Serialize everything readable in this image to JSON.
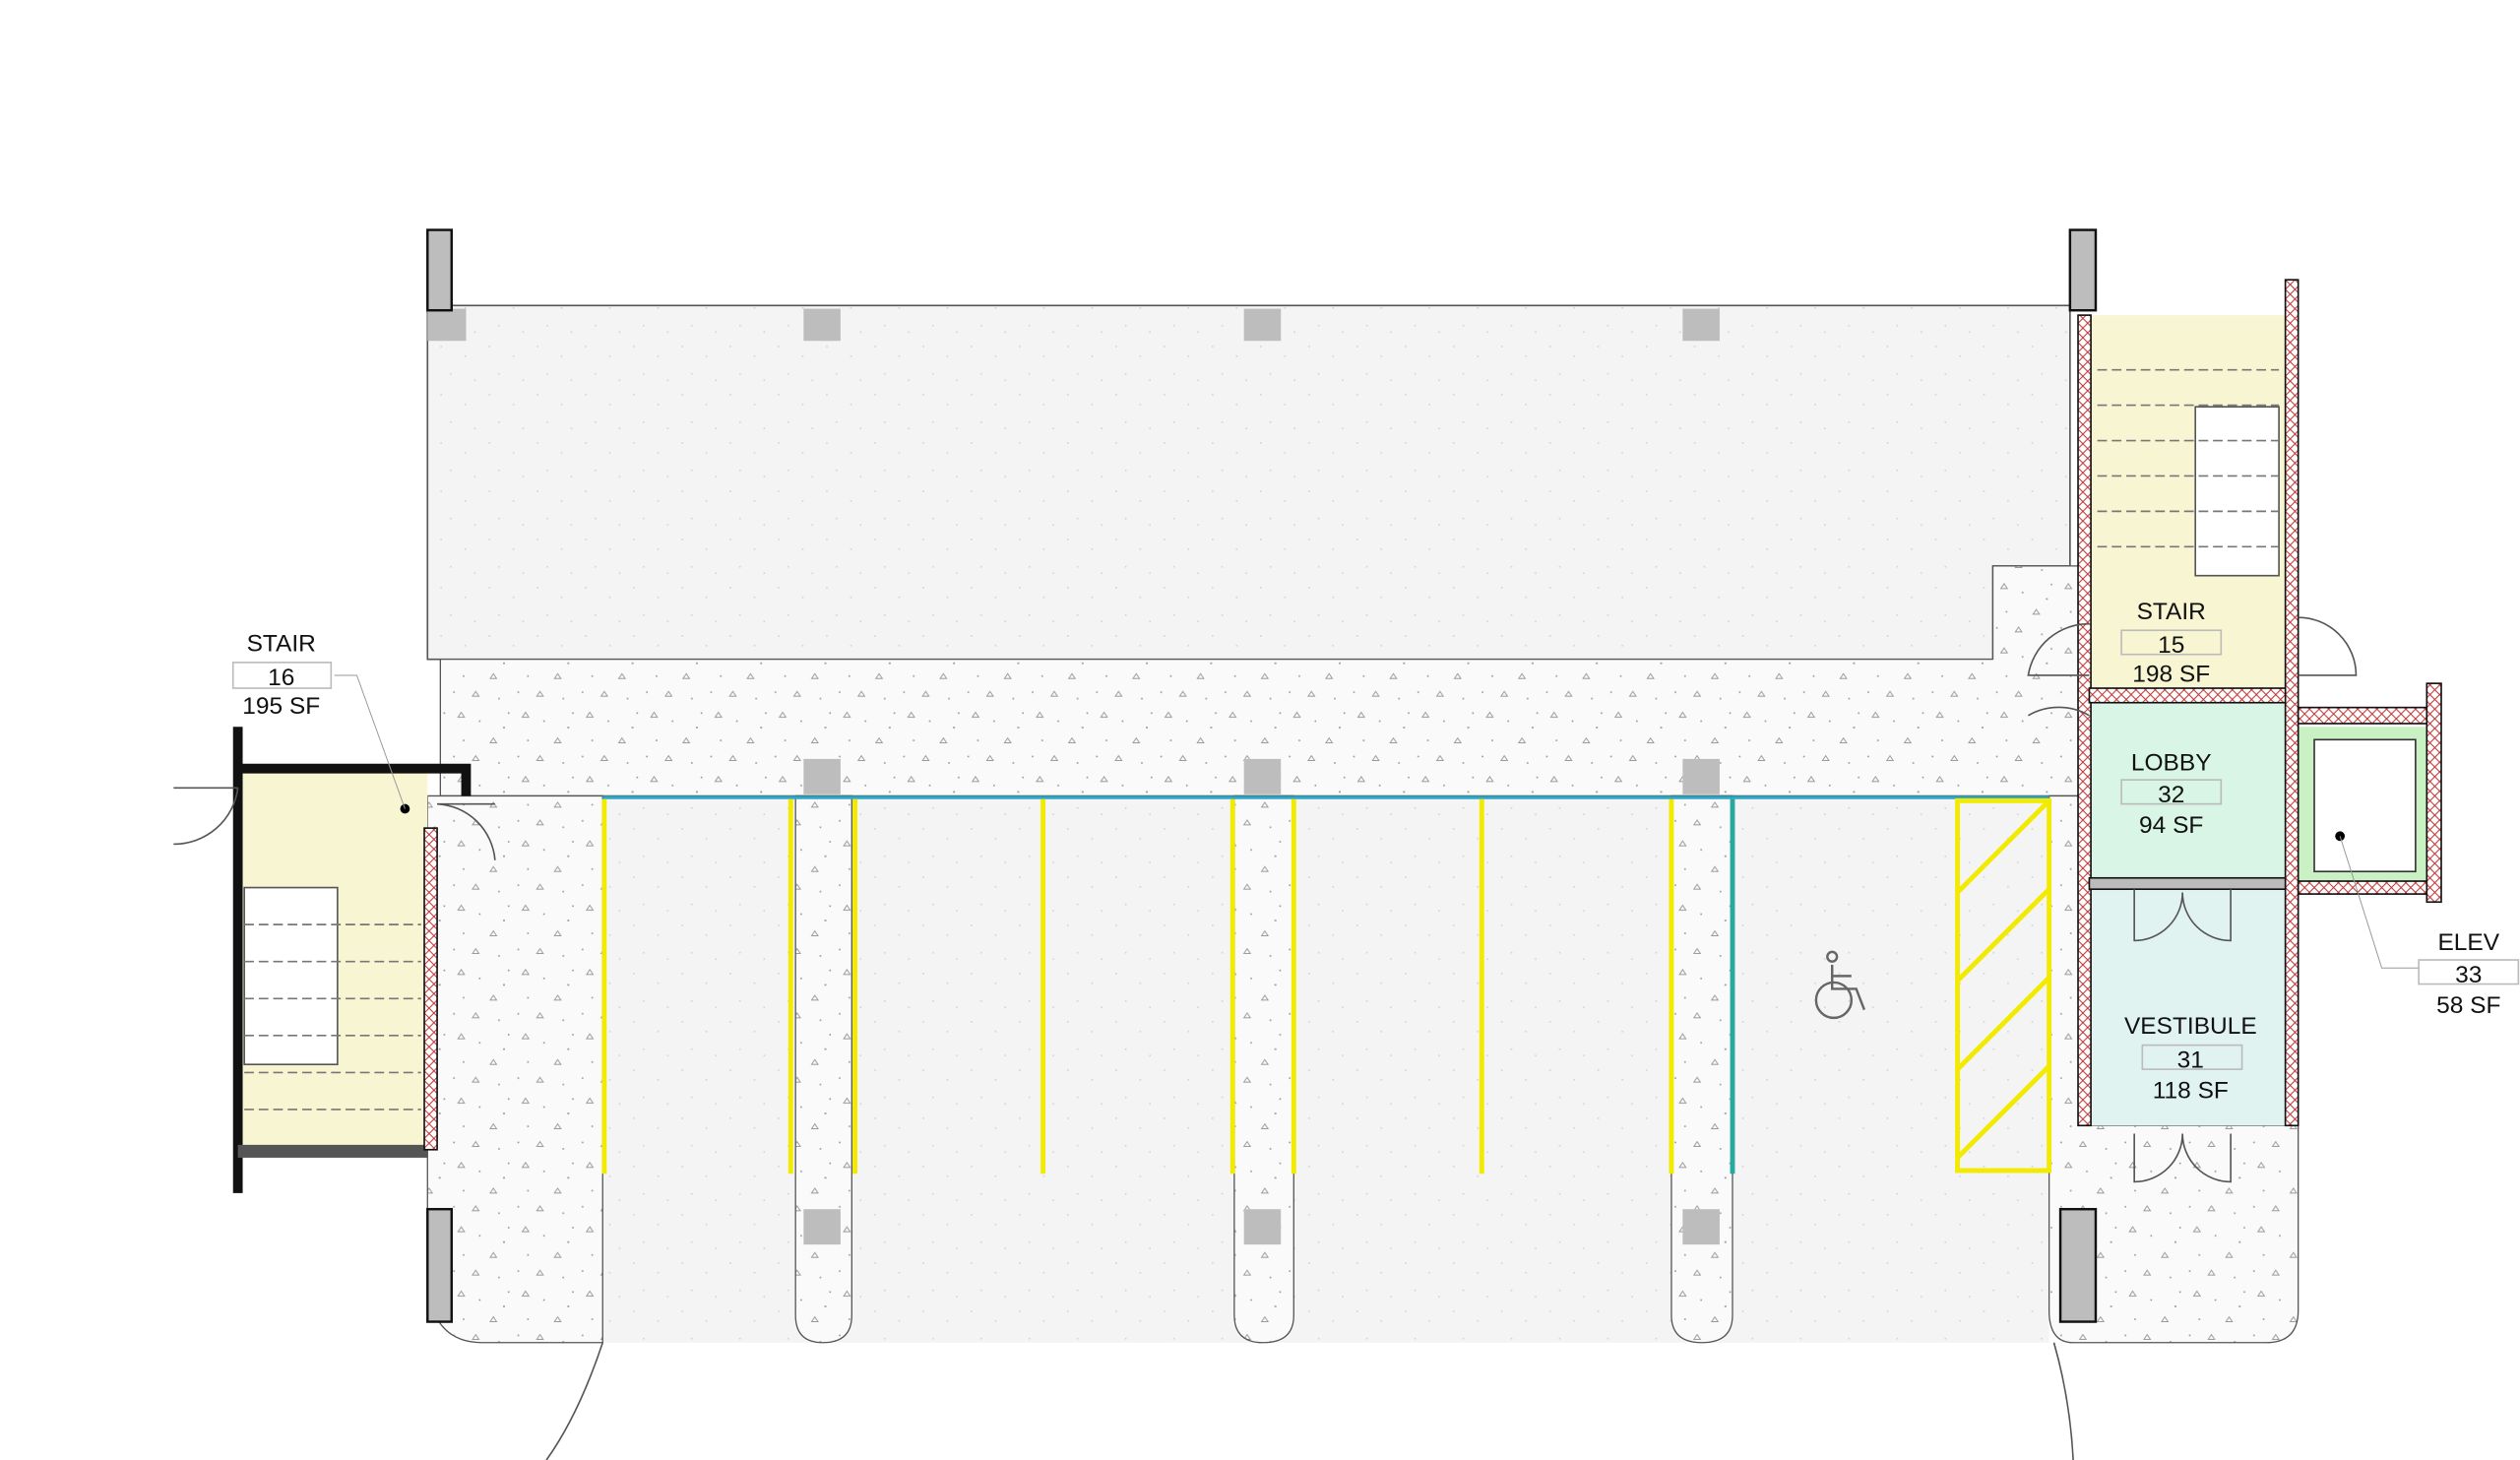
{
  "rooms": [
    {
      "name": "STAIR",
      "number": "16",
      "area": "195 SF"
    },
    {
      "name": "STAIR",
      "number": "15",
      "area": "198 SF"
    },
    {
      "name": "LOBBY",
      "number": "32",
      "area": "94 SF"
    },
    {
      "name": "VESTIBULE",
      "number": "31",
      "area": "118 SF"
    },
    {
      "name": "ELEV",
      "number": "33",
      "area": "58 SF"
    }
  ],
  "colors": {
    "stair_fill": "#f8f6d2",
    "lobby_fill": "#d8f5e6",
    "vestibule_fill": "#e0f3f1",
    "elev_fill": "#c9f1c4",
    "stripe": "#f2ea00",
    "column": "#bdbdbd",
    "wall_hatch": "#c03030"
  },
  "icons": [
    "wheelchair-accessible-icon"
  ]
}
